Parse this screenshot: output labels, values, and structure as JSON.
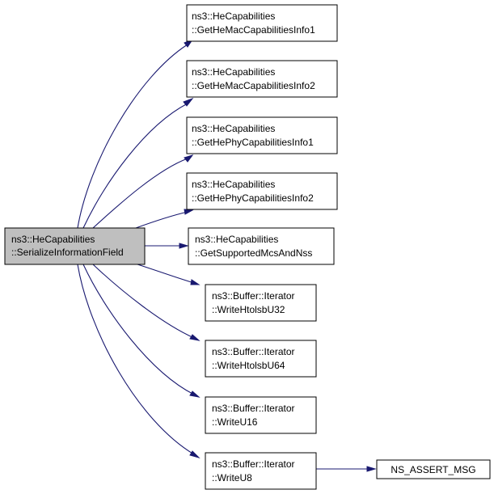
{
  "diagram": {
    "root": {
      "line1": "ns3::HeCapabilities",
      "line2": "::SerializeInformationField"
    },
    "callees": [
      {
        "line1": "ns3::HeCapabilities",
        "line2": "::GetHeMacCapabilitiesInfo1"
      },
      {
        "line1": "ns3::HeCapabilities",
        "line2": "::GetHeMacCapabilitiesInfo2"
      },
      {
        "line1": "ns3::HeCapabilities",
        "line2": "::GetHePhyCapabilitiesInfo1"
      },
      {
        "line1": "ns3::HeCapabilities",
        "line2": "::GetHePhyCapabilitiesInfo2"
      },
      {
        "line1": "ns3::HeCapabilities",
        "line2": "::GetSupportedMcsAndNss"
      },
      {
        "line1": "ns3::Buffer::Iterator",
        "line2": "::WriteHtolsbU32"
      },
      {
        "line1": "ns3::Buffer::Iterator",
        "line2": "::WriteHtolsbU64"
      },
      {
        "line1": "ns3::Buffer::Iterator",
        "line2": "::WriteU16"
      },
      {
        "line1": "ns3::Buffer::Iterator",
        "line2": "::WriteU8"
      }
    ],
    "leaf": {
      "line1": "NS_ASSERT_MSG"
    }
  },
  "colors": {
    "edge": "#191970",
    "root_fill": "#bfbfbf",
    "node_fill": "#ffffff",
    "node_stroke": "#000000"
  }
}
